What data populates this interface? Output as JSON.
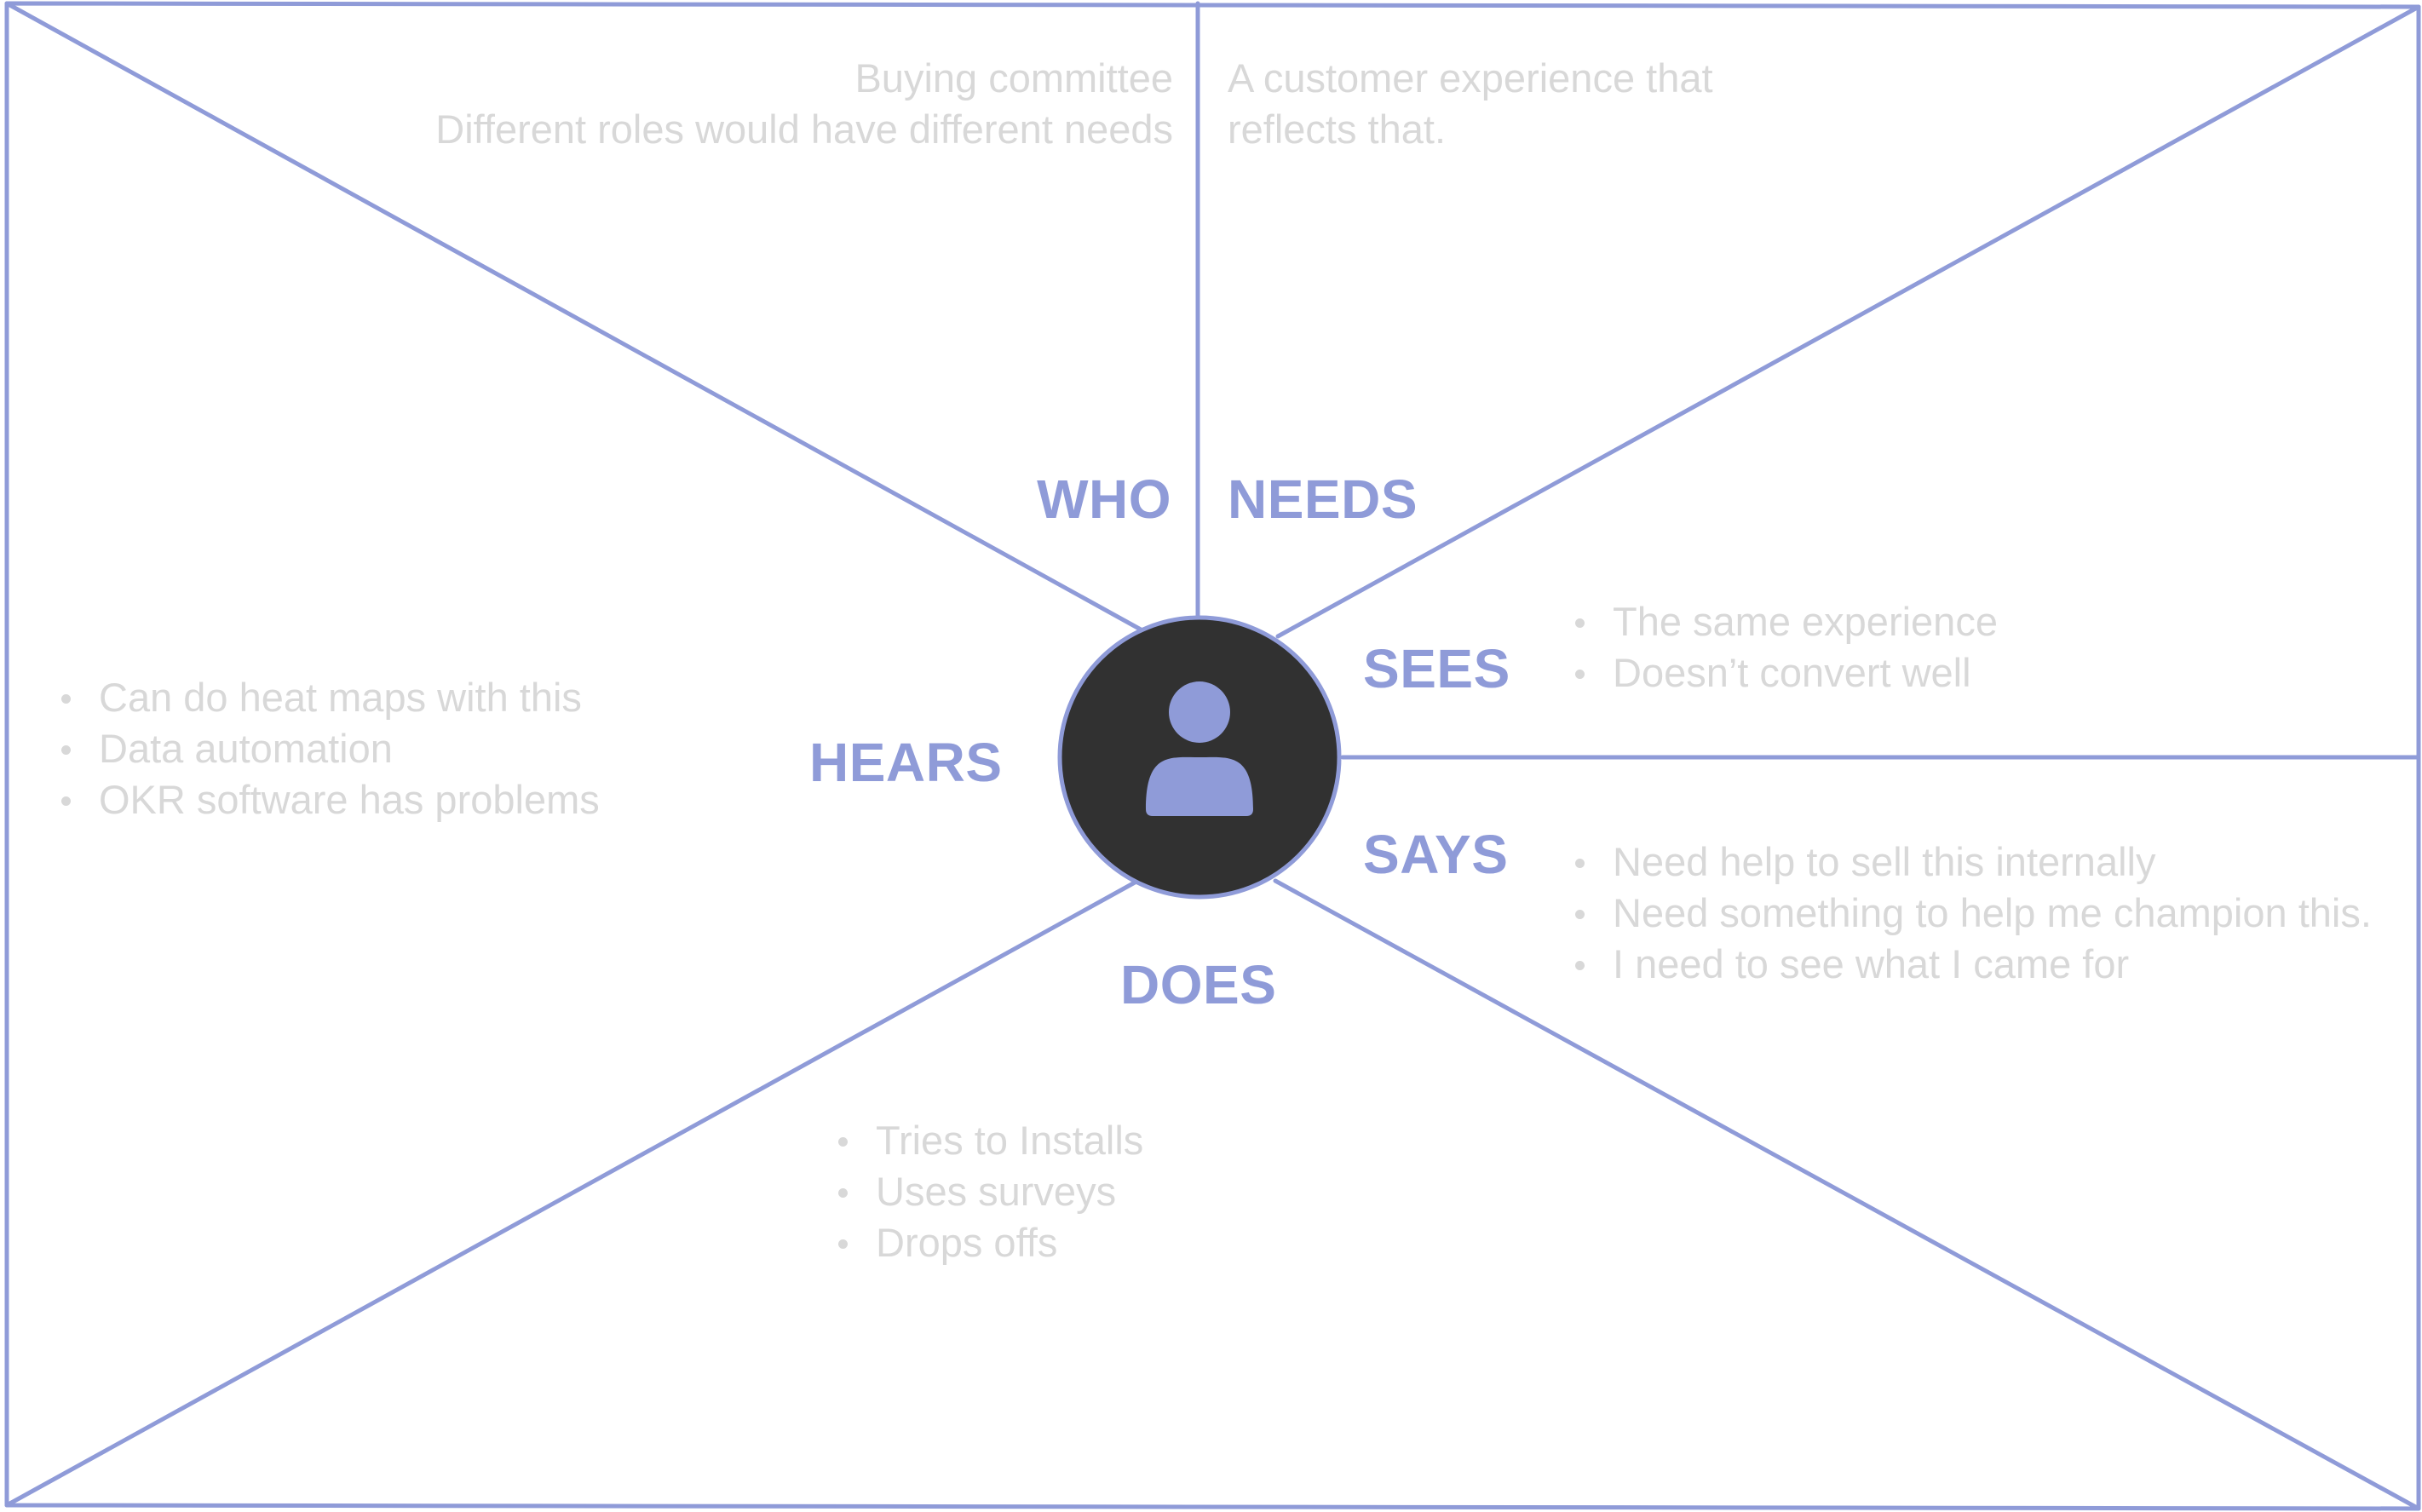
{
  "colors": {
    "line": "#8f9bd8",
    "label": "#8f9bd8",
    "note": "#d8d8d8",
    "avatar_bg": "#313131",
    "avatar_figure": "#8f9bd8"
  },
  "labels": {
    "who": "WHO",
    "needs": "NEEDS",
    "sees": "SEES",
    "hears": "HEARS",
    "says": "SAYS",
    "does": "DOES"
  },
  "center_icon": "person-icon",
  "who_notes": [
    "Buying committee",
    "Different roles would have different needs"
  ],
  "needs_notes": [
    "A customer experience that",
    "reflects that."
  ],
  "sees_items": [
    "The same experience",
    "Doesn’t convert well"
  ],
  "hears_items": [
    "Can do heat maps with this",
    "Data automation",
    "OKR software has problems"
  ],
  "says_items": [
    "Need help to sell this internally",
    "Need something to help me champion this.",
    "I need to see what I came for"
  ],
  "does_items": [
    "Tries to Installs",
    "Uses surveys",
    "Drops offs"
  ]
}
